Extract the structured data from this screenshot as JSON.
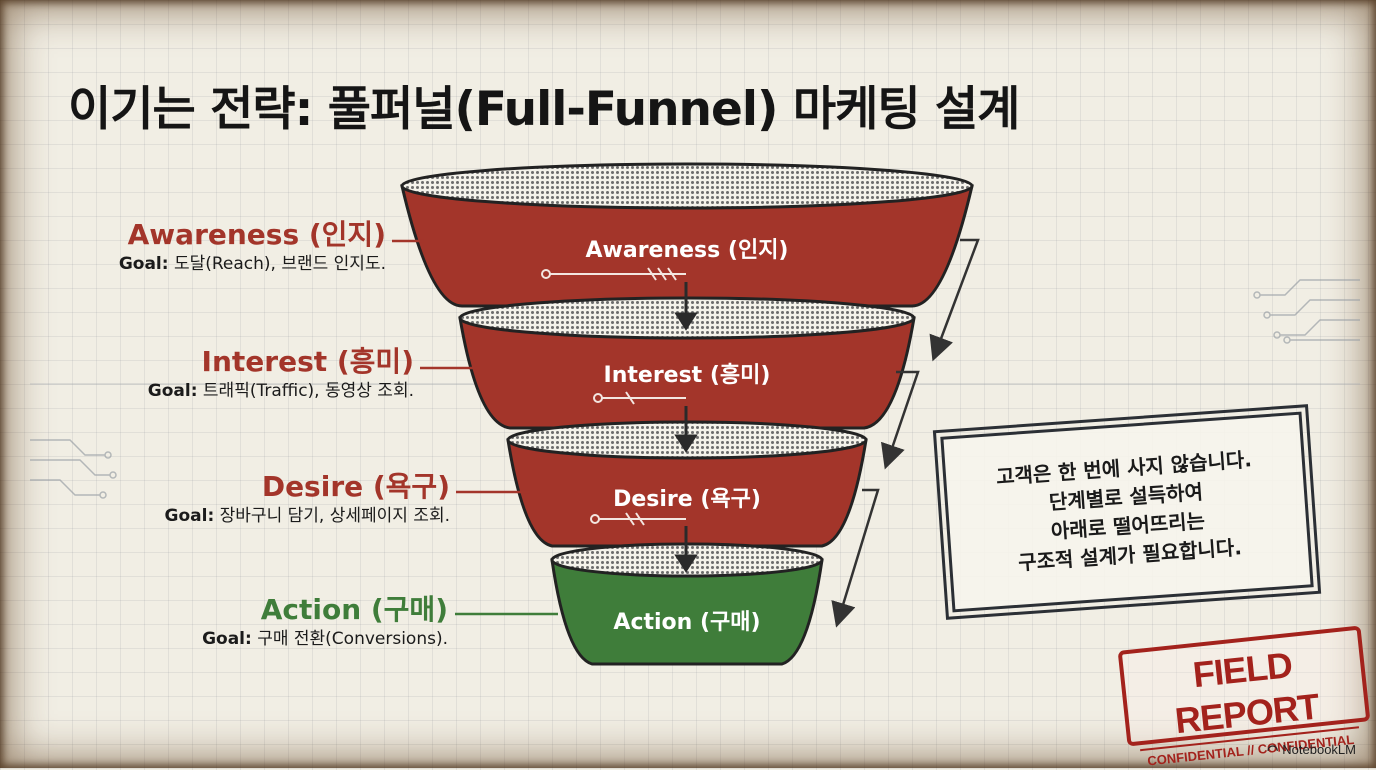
{
  "title": "이기는 전략: 풀퍼널(Full-Funnel) 마케팅 설계",
  "stages": [
    {
      "side_label": "Awareness (인지)",
      "goal_prefix": "Goal:",
      "goal_text": " 도달(Reach), 브랜드 인지도.",
      "funnel_label": "Awareness (인지)",
      "color": "#a3352a"
    },
    {
      "side_label": "Interest (흥미)",
      "goal_prefix": "Goal:",
      "goal_text": " 트래픽(Traffic), 동영상 조회.",
      "funnel_label": "Interest (흥미)",
      "color": "#a3352a"
    },
    {
      "side_label": "Desire (욕구)",
      "goal_prefix": "Goal:",
      "goal_text": " 장바구니 담기, 상세페이지 조회.",
      "funnel_label": "Desire (욕구)",
      "color": "#a3352a"
    },
    {
      "side_label": "Action (구매)",
      "goal_prefix": "Goal:",
      "goal_text": " 구매 전환(Conversions).",
      "funnel_label": "Action (구매)",
      "color": "#3f7d3a"
    }
  ],
  "callout": "고객은 한 번에 사지 않습니다.\n단계별로 설득하여\n아래로 떨어뜨리는\n구조적 설계가 필요합니다.",
  "stamp": {
    "main": "FIELD REPORT",
    "sub": "CONFIDENTIAL // CONFIDENTIAL"
  },
  "brand": "NotebookLM",
  "colors": {
    "funnel_red": "#a3352a",
    "funnel_green": "#3f7d3a",
    "ink": "#1b1b1b",
    "stamp_red": "#a3221c"
  }
}
